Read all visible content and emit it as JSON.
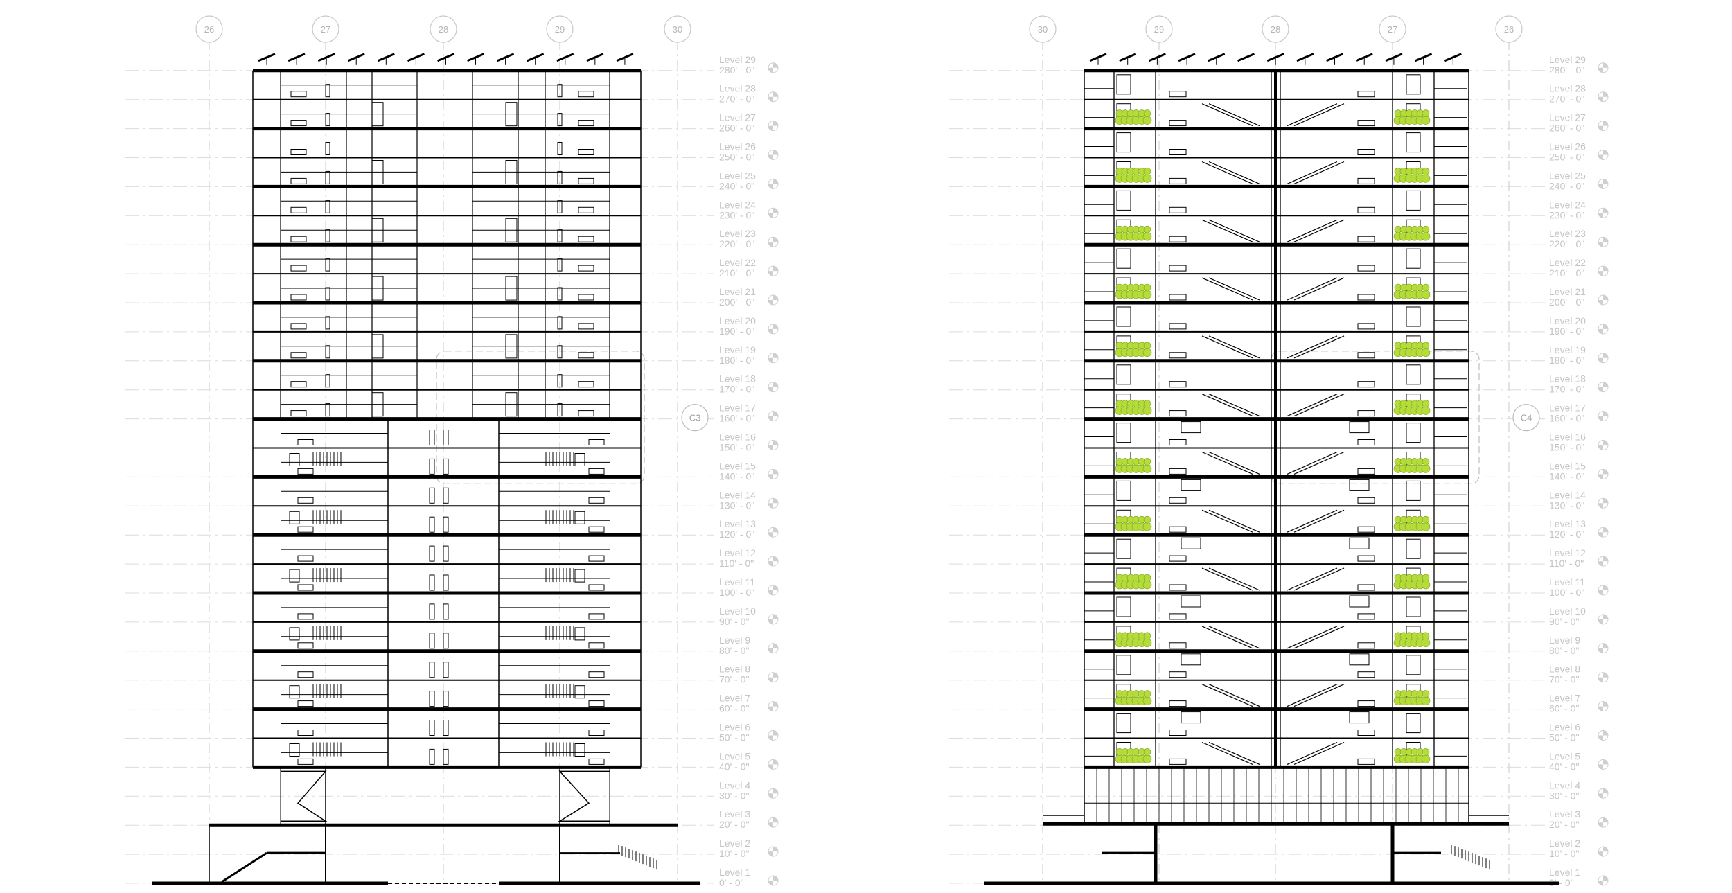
{
  "section_left": {
    "grid_labels": [
      "26",
      "27",
      "28",
      "29",
      "30"
    ],
    "callout": "C3"
  },
  "section_right": {
    "grid_labels": [
      "30",
      "29",
      "28",
      "27",
      "26"
    ],
    "callout": "C4"
  },
  "levels": [
    {
      "name": "Level 1",
      "elev": "0' - 0\""
    },
    {
      "name": "Level 2",
      "elev": "10' - 0\""
    },
    {
      "name": "Level 3",
      "elev": "20' - 0\""
    },
    {
      "name": "Level 4",
      "elev": "30' - 0\""
    },
    {
      "name": "Level 5",
      "elev": "40' - 0\""
    },
    {
      "name": "Level 6",
      "elev": "50' - 0\""
    },
    {
      "name": "Level 7",
      "elev": "60' - 0\""
    },
    {
      "name": "Level 8",
      "elev": "70' - 0\""
    },
    {
      "name": "Level 9",
      "elev": "80' - 0\""
    },
    {
      "name": "Level 10",
      "elev": "90' - 0\""
    },
    {
      "name": "Level 11",
      "elev": "100' - 0\""
    },
    {
      "name": "Level 12",
      "elev": "110' - 0\""
    },
    {
      "name": "Level 13",
      "elev": "120' - 0\""
    },
    {
      "name": "Level 14",
      "elev": "130' - 0\""
    },
    {
      "name": "Level 15",
      "elev": "140' - 0\""
    },
    {
      "name": "Level 16",
      "elev": "150' - 0\""
    },
    {
      "name": "Level 17",
      "elev": "160' - 0\""
    },
    {
      "name": "Level 18",
      "elev": "170' - 0\""
    },
    {
      "name": "Level 19",
      "elev": "180' - 0\""
    },
    {
      "name": "Level 20",
      "elev": "190' - 0\""
    },
    {
      "name": "Level 21",
      "elev": "200' - 0\""
    },
    {
      "name": "Level 22",
      "elev": "210' - 0\""
    },
    {
      "name": "Level 23",
      "elev": "220' - 0\""
    },
    {
      "name": "Level 24",
      "elev": "230' - 0\""
    },
    {
      "name": "Level 25",
      "elev": "240' - 0\""
    },
    {
      "name": "Level 26",
      "elev": "250' - 0\""
    },
    {
      "name": "Level 27",
      "elev": "260' - 0\""
    },
    {
      "name": "Level 28",
      "elev": "270' - 0\""
    },
    {
      "name": "Level 29",
      "elev": "280' - 0\""
    }
  ],
  "colors": {
    "line": "#000000",
    "grid": "#c8c8c8",
    "label": "#c4c4c4",
    "planting": "#b5dd3a"
  },
  "icons": {
    "level_marker": "level-marker-icon",
    "solar_panel": "solar-panel-icon",
    "planting": "planting-icon"
  }
}
